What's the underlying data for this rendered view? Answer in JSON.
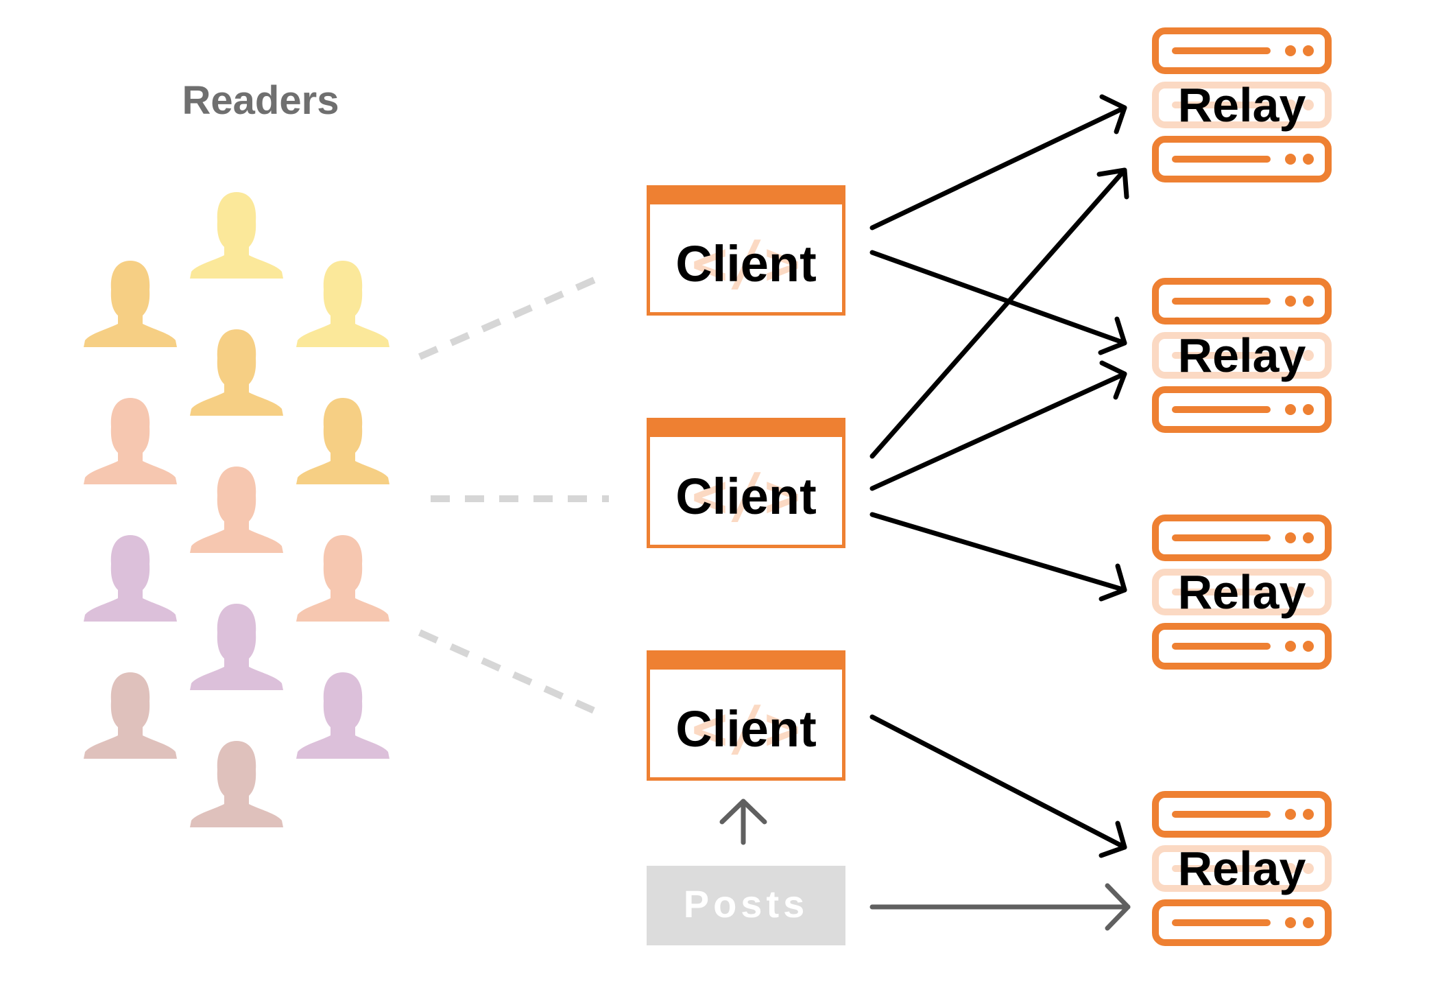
{
  "readers": {
    "title": "Readers",
    "colors": {
      "yellow_light": "#fbe89a",
      "yellow": "#f6cf84",
      "peach": "#f6c7b0",
      "lavender": "#dcc0da",
      "taupe": "#dfc1bc"
    }
  },
  "clients": [
    {
      "label": "Client",
      "glyph": "</>"
    },
    {
      "label": "Client",
      "glyph": "</>"
    },
    {
      "label": "Client",
      "glyph": "</>"
    }
  ],
  "relays": [
    {
      "label": "Relay"
    },
    {
      "label": "Relay"
    },
    {
      "label": "Relay"
    },
    {
      "label": "Relay"
    }
  ],
  "posts": {
    "label": "Posts"
  },
  "colors": {
    "accent": "#ee8032",
    "accent_light": "#fbd9c3",
    "arrow": "#000000",
    "posts_arrow": "#606060",
    "dotted_line": "#d6d6d6",
    "posts_box": "#dcdcdc"
  },
  "icons": {
    "reader": "person-silhouette-icon",
    "client": "code-window-icon",
    "relay": "server-rack-icon"
  }
}
